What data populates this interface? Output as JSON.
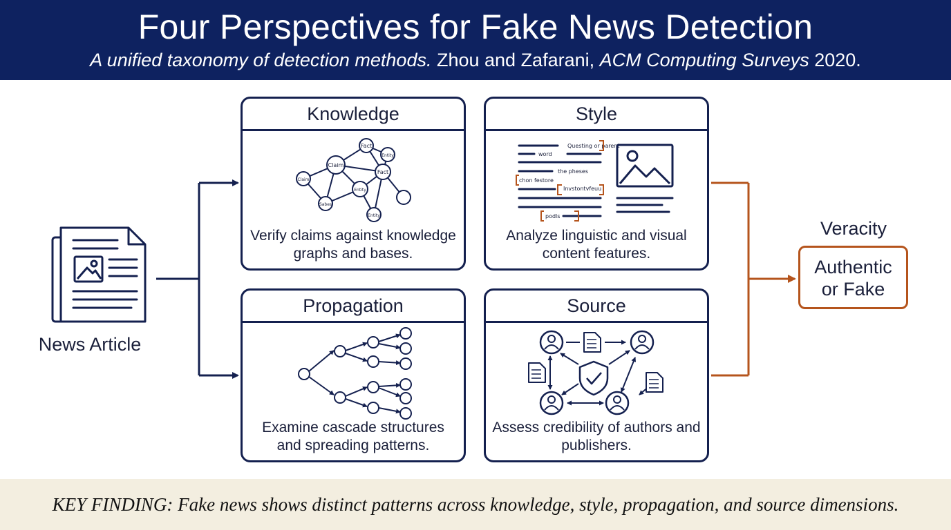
{
  "header": {
    "title": "Four Perspectives for Fake News Detection",
    "subtitle_italic": "A unified taxonomy of detection methods.",
    "subtitle_authors": " Zhou and Zafarani, ",
    "subtitle_venue": "ACM Computing Surveys",
    "subtitle_year": " 2020."
  },
  "input": {
    "label": "News Article",
    "icon": "newspaper-icon"
  },
  "panels": {
    "knowledge": {
      "title": "Knowledge",
      "description": "Verify claims against knowledge graphs and bases.",
      "graph_nodes": [
        "Claim",
        "Fact",
        "Entity",
        "Fact",
        "Claim",
        "Entity",
        "Sabes",
        "Entity",
        ""
      ],
      "icon": "knowledge-graph-icon"
    },
    "style": {
      "title": "Style",
      "description": "Analyze linguistic and visual content features.",
      "text_snippets": [
        "Questing or parent",
        "word",
        "the pheses",
        "chon festore",
        "Invstontvfeuu",
        "podls"
      ],
      "icon": "image-icon"
    },
    "propagation": {
      "title": "Propagation",
      "description": "Examine cascade structures and spreading patterns.",
      "icon": "cascade-tree-icon"
    },
    "source": {
      "title": "Source",
      "description": "Assess credibility of authors and publishers.",
      "icon": "shield-check-icon"
    }
  },
  "output": {
    "label": "Veracity",
    "verdict_line1": "Authentic",
    "verdict_line2": "or Fake"
  },
  "footer": {
    "key_finding": "KEY FINDING: Fake news shows distinct patterns across knowledge, style, propagation, and source dimensions."
  },
  "colors": {
    "navy": "#0e2260",
    "outline": "#14204f",
    "accent_orange": "#b5541c",
    "footer_bg": "#f3eee0"
  }
}
